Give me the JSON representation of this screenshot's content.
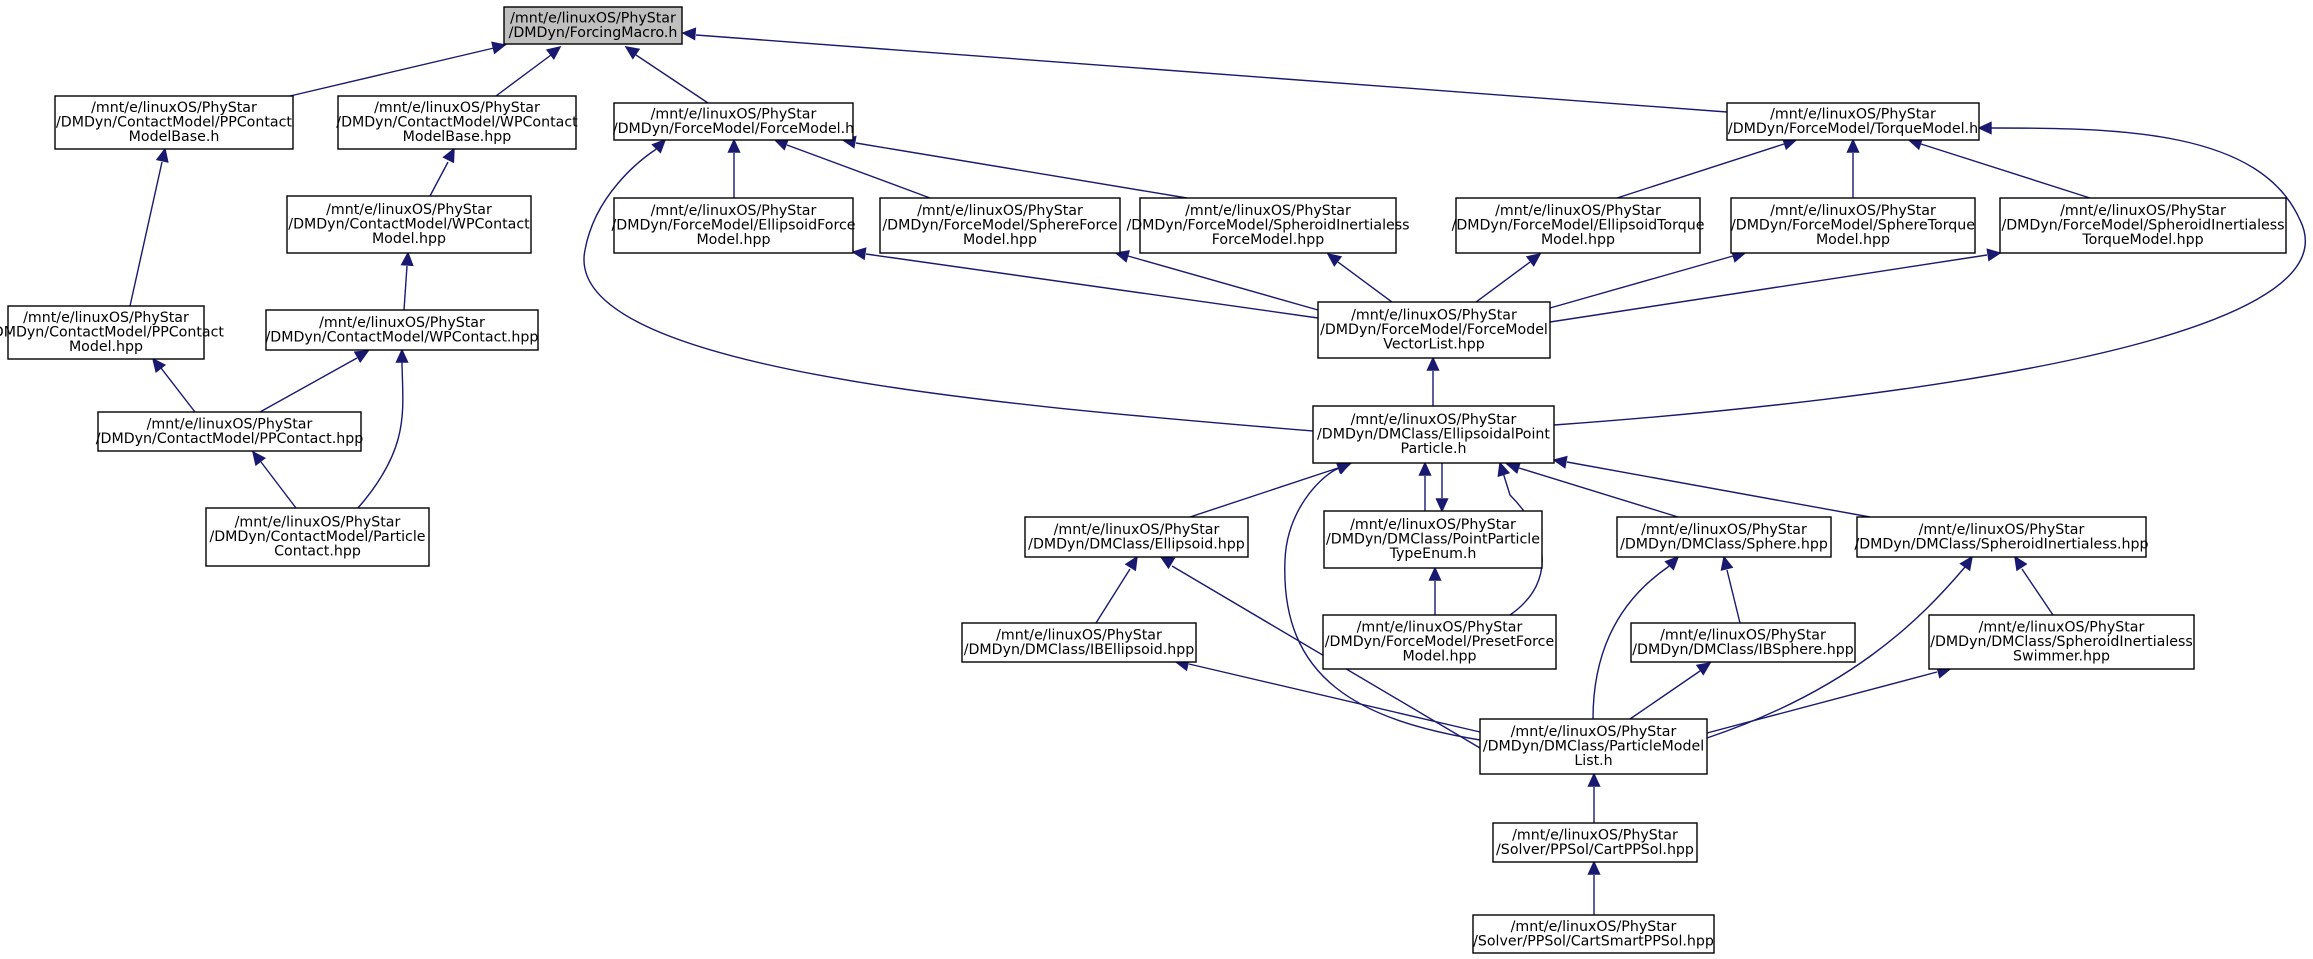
{
  "colors": {
    "edge": "#191970",
    "node_border": "#000000",
    "node_fill": "#ffffff",
    "root_fill": "#bfbfbf"
  },
  "nodes": [
    {
      "id": "forcingmacro",
      "lines": [
        "/mnt/e/linuxOS/PhyStar",
        "/DMDyn/ForcingMacro.h"
      ],
      "root": true
    },
    {
      "id": "ppcontactmodelbase",
      "lines": [
        "/mnt/e/linuxOS/PhyStar",
        "/DMDyn/ContactModel/PPContact",
        "ModelBase.h"
      ]
    },
    {
      "id": "wpcontactmodelbase",
      "lines": [
        "/mnt/e/linuxOS/PhyStar",
        "/DMDyn/ContactModel/WPContact",
        "ModelBase.hpp"
      ]
    },
    {
      "id": "forcemodel",
      "lines": [
        "/mnt/e/linuxOS/PhyStar",
        "/DMDyn/ForceModel/ForceModel.h"
      ]
    },
    {
      "id": "torquemodel",
      "lines": [
        "/mnt/e/linuxOS/PhyStar",
        "/DMDyn/ForceModel/TorqueModel.h"
      ]
    },
    {
      "id": "ppcontactmodel",
      "lines": [
        "/mnt/e/linuxOS/PhyStar",
        "/DMDyn/ContactModel/PPContact",
        "Model.hpp"
      ]
    },
    {
      "id": "wpcontactmodel",
      "lines": [
        "/mnt/e/linuxOS/PhyStar",
        "/DMDyn/ContactModel/WPContact",
        "Model.hpp"
      ]
    },
    {
      "id": "wpcontact",
      "lines": [
        "/mnt/e/linuxOS/PhyStar",
        "/DMDyn/ContactModel/WPContact.hpp"
      ]
    },
    {
      "id": "ppcontact",
      "lines": [
        "/mnt/e/linuxOS/PhyStar",
        "/DMDyn/ContactModel/PPContact.hpp"
      ]
    },
    {
      "id": "particlecontact",
      "lines": [
        "/mnt/e/linuxOS/PhyStar",
        "/DMDyn/ContactModel/Particle",
        "Contact.hpp"
      ]
    },
    {
      "id": "ellipsoidforce",
      "lines": [
        "/mnt/e/linuxOS/PhyStar",
        "/DMDyn/ForceModel/EllipsoidForce",
        "Model.hpp"
      ]
    },
    {
      "id": "sphereforce",
      "lines": [
        "/mnt/e/linuxOS/PhyStar",
        "/DMDyn/ForceModel/SphereForce",
        "Model.hpp"
      ]
    },
    {
      "id": "spheroidinertialessforce",
      "lines": [
        "/mnt/e/linuxOS/PhyStar",
        "/DMDyn/ForceModel/SpheroidInertialess",
        "ForceModel.hpp"
      ]
    },
    {
      "id": "ellipsoidtorque",
      "lines": [
        "/mnt/e/linuxOS/PhyStar",
        "/DMDyn/ForceModel/EllipsoidTorque",
        "Model.hpp"
      ]
    },
    {
      "id": "spheretorque",
      "lines": [
        "/mnt/e/linuxOS/PhyStar",
        "/DMDyn/ForceModel/SphereTorque",
        "Model.hpp"
      ]
    },
    {
      "id": "spheroidinertialesstorque",
      "lines": [
        "/mnt/e/linuxOS/PhyStar",
        "/DMDyn/ForceModel/SpheroidInertialess",
        "TorqueModel.hpp"
      ]
    },
    {
      "id": "forcemodelvectorlist",
      "lines": [
        "/mnt/e/linuxOS/PhyStar",
        "/DMDyn/ForceModel/ForceModel",
        "VectorList.hpp"
      ]
    },
    {
      "id": "ellipsoidalpointparticle",
      "lines": [
        "/mnt/e/linuxOS/PhyStar",
        "/DMDyn/DMClass/EllipsoidalPoint",
        "Particle.h"
      ]
    },
    {
      "id": "ellipsoid",
      "lines": [
        "/mnt/e/linuxOS/PhyStar",
        "/DMDyn/DMClass/Ellipsoid.hpp"
      ]
    },
    {
      "id": "pointparticletypeenum",
      "lines": [
        "/mnt/e/linuxOS/PhyStar",
        "/DMDyn/DMClass/PointParticle",
        "TypeEnum.h"
      ]
    },
    {
      "id": "sphere",
      "lines": [
        "/mnt/e/linuxOS/PhyStar",
        "/DMDyn/DMClass/Sphere.hpp"
      ]
    },
    {
      "id": "spheroidinertialess",
      "lines": [
        "/mnt/e/linuxOS/PhyStar",
        "/DMDyn/DMClass/SpheroidInertialess.hpp"
      ]
    },
    {
      "id": "ibellipsoid",
      "lines": [
        "/mnt/e/linuxOS/PhyStar",
        "/DMDyn/DMClass/IBEllipsoid.hpp"
      ]
    },
    {
      "id": "presetforce",
      "lines": [
        "/mnt/e/linuxOS/PhyStar",
        "/DMDyn/ForceModel/PresetForce",
        "Model.hpp"
      ]
    },
    {
      "id": "ibsphere",
      "lines": [
        "/mnt/e/linuxOS/PhyStar",
        "/DMDyn/DMClass/IBSphere.hpp"
      ]
    },
    {
      "id": "spheroidinertialessswimmer",
      "lines": [
        "/mnt/e/linuxOS/PhyStar",
        "/DMDyn/DMClass/SpheroidInertialess",
        "Swimmer.hpp"
      ]
    },
    {
      "id": "particlemodellist",
      "lines": [
        "/mnt/e/linuxOS/PhyStar",
        "/DMDyn/DMClass/ParticleModel",
        "List.h"
      ]
    },
    {
      "id": "cartppsol",
      "lines": [
        "/mnt/e/linuxOS/PhyStar",
        "/Solver/PPSol/CartPPSol.hpp"
      ]
    },
    {
      "id": "cartsmartppsol",
      "lines": [
        "/mnt/e/linuxOS/PhyStar",
        "/Solver/PPSol/CartSmartPPSol.hpp"
      ]
    }
  ],
  "edges": [
    {
      "from": "ppcontactmodelbase",
      "to": "forcingmacro"
    },
    {
      "from": "wpcontactmodelbase",
      "to": "forcingmacro"
    },
    {
      "from": "forcemodel",
      "to": "forcingmacro"
    },
    {
      "from": "torquemodel",
      "to": "forcingmacro"
    },
    {
      "from": "ppcontactmodel",
      "to": "ppcontactmodelbase"
    },
    {
      "from": "wpcontactmodel",
      "to": "wpcontactmodelbase"
    },
    {
      "from": "wpcontact",
      "to": "wpcontactmodel"
    },
    {
      "from": "ppcontact",
      "to": "ppcontactmodel"
    },
    {
      "from": "ppcontact",
      "to": "wpcontact"
    },
    {
      "from": "particlecontact",
      "to": "ppcontact"
    },
    {
      "from": "particlecontact",
      "to": "wpcontact"
    },
    {
      "from": "ellipsoidforce",
      "to": "forcemodel"
    },
    {
      "from": "sphereforce",
      "to": "forcemodel"
    },
    {
      "from": "spheroidinertialessforce",
      "to": "forcemodel"
    },
    {
      "from": "ellipsoidalpointparticle",
      "to": "forcemodel"
    },
    {
      "from": "ellipsoidtorque",
      "to": "torquemodel"
    },
    {
      "from": "spheretorque",
      "to": "torquemodel"
    },
    {
      "from": "spheroidinertialesstorque",
      "to": "torquemodel"
    },
    {
      "from": "ellipsoidalpointparticle",
      "to": "torquemodel"
    },
    {
      "from": "forcemodelvectorlist",
      "to": "ellipsoidforce"
    },
    {
      "from": "forcemodelvectorlist",
      "to": "sphereforce"
    },
    {
      "from": "forcemodelvectorlist",
      "to": "spheroidinertialessforce"
    },
    {
      "from": "forcemodelvectorlist",
      "to": "ellipsoidtorque"
    },
    {
      "from": "forcemodelvectorlist",
      "to": "spheretorque"
    },
    {
      "from": "forcemodelvectorlist",
      "to": "spheroidinertialesstorque"
    },
    {
      "from": "ellipsoidalpointparticle",
      "to": "forcemodelvectorlist"
    },
    {
      "from": "ellipsoid",
      "to": "ellipsoidalpointparticle"
    },
    {
      "from": "pointparticletypeenum",
      "to": "ellipsoidalpointparticle"
    },
    {
      "from": "ellipsoidalpointparticle",
      "to": "pointparticletypeenum"
    },
    {
      "from": "sphere",
      "to": "ellipsoidalpointparticle"
    },
    {
      "from": "spheroidinertialess",
      "to": "ellipsoidalpointparticle"
    },
    {
      "from": "presetforce",
      "to": "ellipsoidalpointparticle"
    },
    {
      "from": "particlemodellist",
      "to": "ellipsoidalpointparticle"
    },
    {
      "from": "ibellipsoid",
      "to": "ellipsoid"
    },
    {
      "from": "particlemodellist",
      "to": "ellipsoid"
    },
    {
      "from": "presetforce",
      "to": "pointparticletypeenum"
    },
    {
      "from": "ibsphere",
      "to": "sphere"
    },
    {
      "from": "particlemodellist",
      "to": "sphere"
    },
    {
      "from": "spheroidinertialessswimmer",
      "to": "spheroidinertialess"
    },
    {
      "from": "particlemodellist",
      "to": "spheroidinertialess"
    },
    {
      "from": "particlemodellist",
      "to": "ibellipsoid"
    },
    {
      "from": "particlemodellist",
      "to": "ibsphere"
    },
    {
      "from": "particlemodellist",
      "to": "spheroidinertialessswimmer"
    },
    {
      "from": "cartppsol",
      "to": "particlemodellist"
    },
    {
      "from": "cartsmartppsol",
      "to": "cartppsol"
    }
  ]
}
